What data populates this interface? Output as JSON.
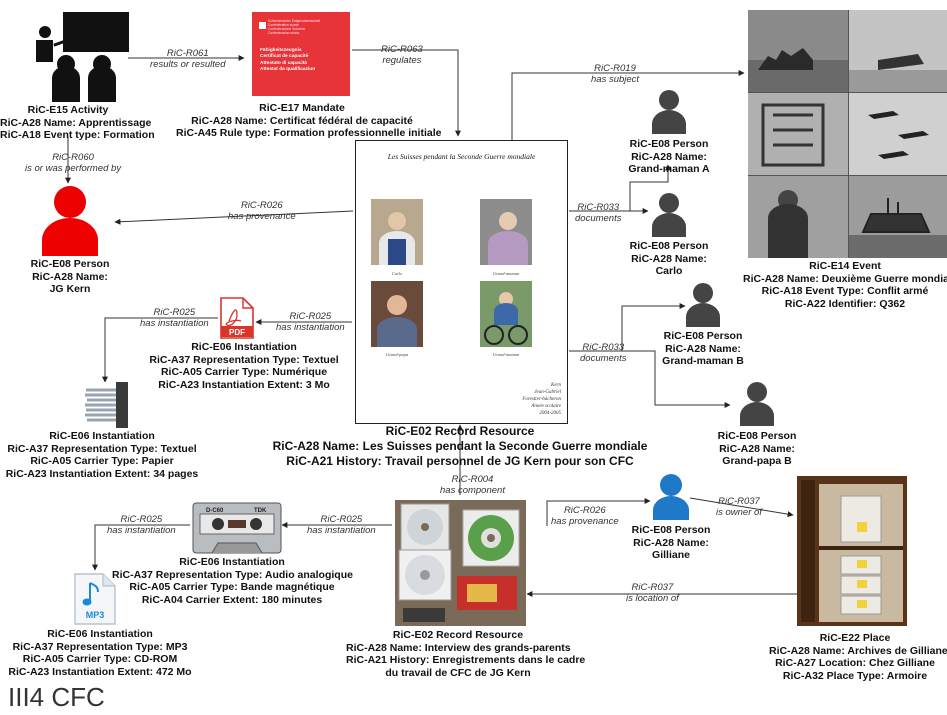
{
  "edges": {
    "e_r061": {
      "code": "RiC-R061",
      "label": "results or resulted"
    },
    "e_r063": {
      "code": "RiC-R063",
      "label": "regulates"
    },
    "e_r019": {
      "code": "RiC-R019",
      "label": "has subject"
    },
    "e_r060": {
      "code": "RiC-R060",
      "label": "is or was performed by"
    },
    "e_r026a": {
      "code": "RiC-R026",
      "label": "has provenance"
    },
    "e_r033a": {
      "code": "RiC-R033",
      "label": "documents"
    },
    "e_r025a": {
      "code": "RiC-R025",
      "label": "has instantiation"
    },
    "e_r025b": {
      "code": "RiC-R025",
      "label": "has instantiation"
    },
    "e_r033b": {
      "code": "RiC-R033",
      "label": "documents"
    },
    "e_r004": {
      "code": "RiC-R004",
      "label": "has component"
    },
    "e_r025c": {
      "code": "RiC-R025",
      "label": "has instantiation"
    },
    "e_r025d": {
      "code": "RiC-R025",
      "label": "has instantiation"
    },
    "e_r026b": {
      "code": "RiC-R026",
      "label": "has provenance"
    },
    "e_r037a": {
      "code": "RiC-R037",
      "label": "is owner of"
    },
    "e_r037b": {
      "code": "RiC-R037",
      "label": "is location of"
    }
  },
  "entities": {
    "activity": [
      "RiC-E15 Activity",
      "RiC-A28 Name: Apprentissage",
      "RiC-A18 Event type: Formation"
    ],
    "mandate": [
      "RiC-E17 Mandate",
      "RiC-A28 Name: Certificat fédéral de capacité",
      "RiC-A45 Rule type: Formation professionnelle initiale"
    ],
    "event": [
      "RiC-E14 Event",
      "RiC-A28 Name: Deuxième Guerre mondiale",
      "RiC-A18 Event Type: Conflit armé",
      "RiC-A22 Identifier: Q362"
    ],
    "person_jg": [
      "RiC-E08 Person",
      "RiC-A28 Name:",
      "JG Kern"
    ],
    "person_gma": [
      "RiC-E08 Person",
      "RiC-A28 Name:",
      "Grand-maman A"
    ],
    "person_carlo": [
      "RiC-E08 Person",
      "RiC-A28 Name:",
      "Carlo"
    ],
    "person_gmb": [
      "RiC-E08 Person",
      "RiC-A28 Name:",
      "Grand-maman B"
    ],
    "person_gpb": [
      "RiC-E08 Person",
      "RiC-A28 Name:",
      "Grand-papa B"
    ],
    "person_gilliane": [
      "RiC-E08 Person",
      "RiC-A28 Name:",
      "Gilliane"
    ],
    "inst_pdf": [
      "RiC-E06 Instantiation",
      "RiC-A37 Representation Type: Textuel",
      "RiC-A05 Carrier Type: Numérique",
      "RiC-A23 Instantiation Extent: 3 Mo"
    ],
    "inst_paper": [
      "RiC-E06 Instantiation",
      "RiC-A37 Representation Type: Textuel",
      "RiC-A05 Carrier Type: Papier",
      "RiC-A23 Instantiation Extent: 34 pages"
    ],
    "record_main": [
      "RiC-E02 Record Resource",
      "RiC-A28 Name: Les Suisses pendant la Seconde Guerre mondiale",
      "RiC-A21 History: Travail personnel de JG Kern pour son CFC"
    ],
    "inst_tape": [
      "RiC-E06 Instantiation",
      "RiC-A37 Representation Type: Audio analogique",
      "RiC-A05 Carrier Type: Bande magnétique",
      "RiC-A04 Carrier Extent: 180 minutes"
    ],
    "inst_mp3": [
      "RiC-E06 Instantiation",
      "RiC-A37 Representation Type: MP3",
      "RiC-A05 Carrier Type: CD-ROM",
      "RiC-A23 Instantiation Extent: 472 Mo"
    ],
    "record_interview": [
      "RiC-E02 Record Resource",
      "RiC-A28 Name: Interview des grands-parents",
      "RiC-A21 History: Enregistrements dans le cadre",
      "du travail de CFC de JG Kern"
    ],
    "place": [
      "RiC-E22 Place",
      "RiC-A28 Name: Archives de Gilliane",
      "RiC-A27 Location: Chez Gilliane",
      "RiC-A32 Place Type: Armoire"
    ]
  },
  "document": {
    "title": "Les Suisses pendant la Seconde Guerre mondiale",
    "captions": [
      "Carlo",
      "Grand-maman",
      "Grand-papa",
      "Grand-maman"
    ],
    "footer": [
      "Kern",
      "Jean-Gabriel",
      "Forestier-bûcheron",
      "Année scolaire",
      "2004-2005"
    ]
  },
  "icons": {
    "pdf": "PDF",
    "mp3": "MP3",
    "tape_brand": "TDK",
    "tape_model": "D-C60",
    "certificate_lines": [
      "Schweizerische Eidgenossenschaft",
      "Confédération suisse",
      "Confederazione Svizzera",
      "Confederaziun svizra",
      "Fähigkeitszeugnis",
      "Certificat de capacité",
      "Attestato di capacità",
      "Attestat da qualificaziun"
    ]
  },
  "colors": {
    "person_red": "#ee0000",
    "person_blue": "#1f78c8",
    "person_gray": "#444444",
    "certificate_red": "#e63438",
    "pdf_red": "#d9352a"
  },
  "page_title": "III4 CFC"
}
